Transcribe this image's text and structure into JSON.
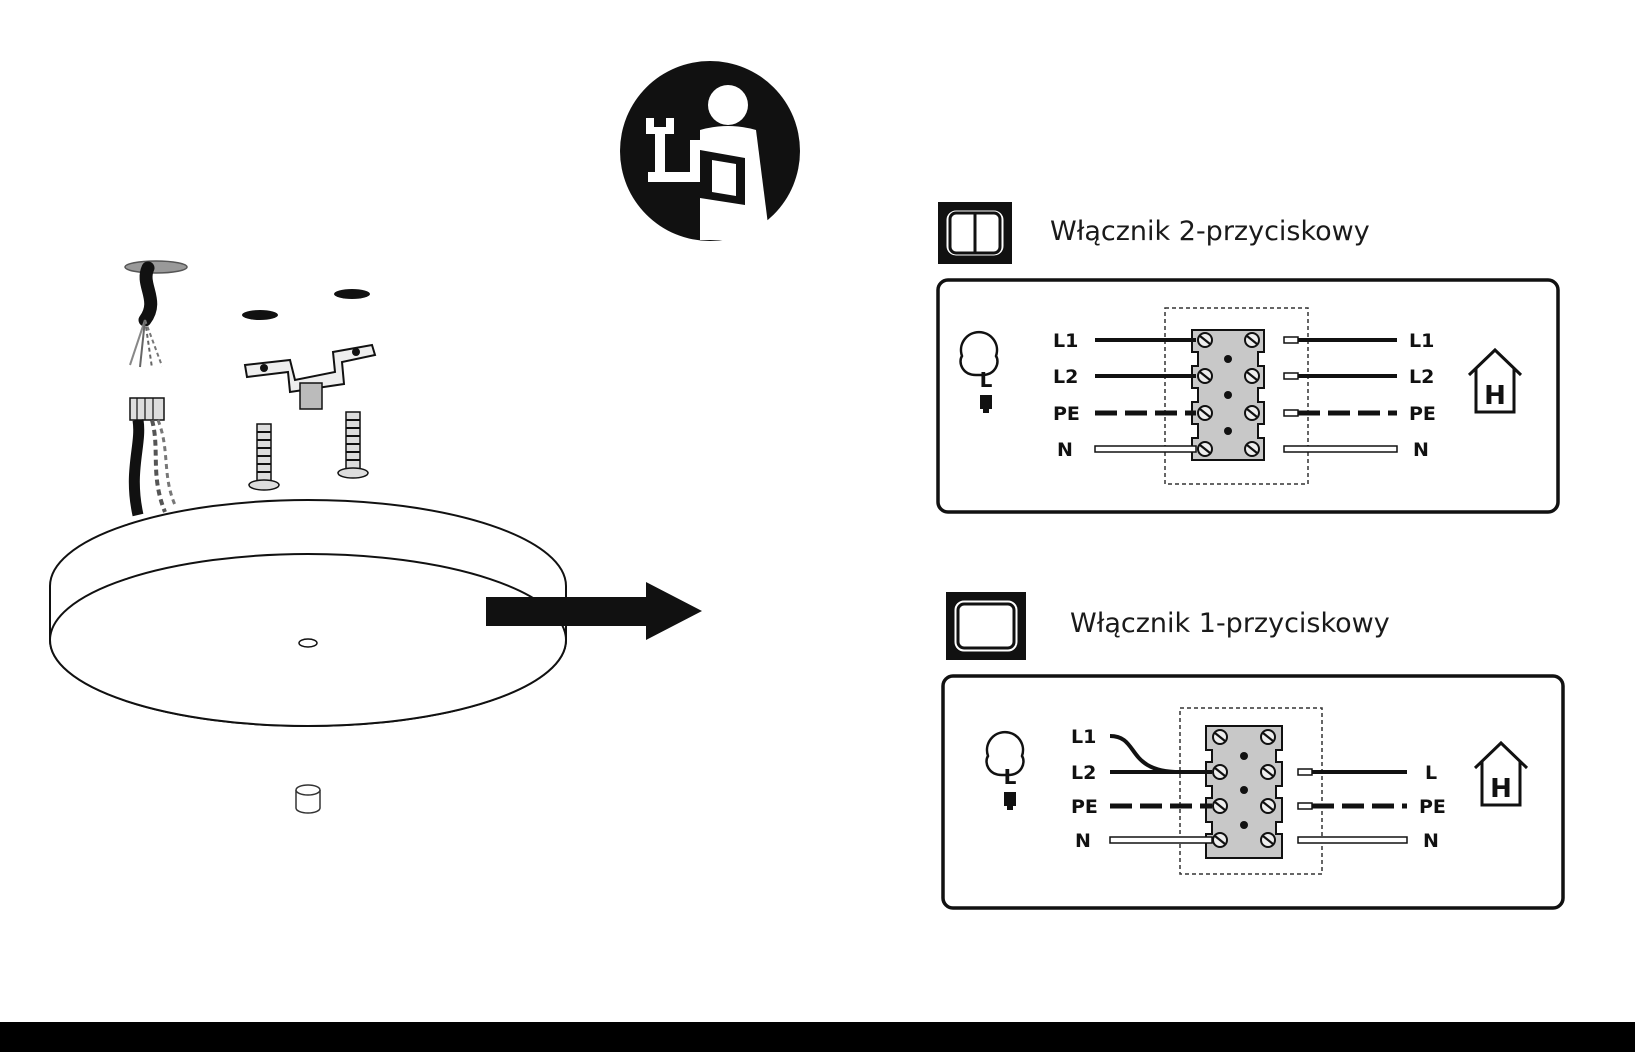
{
  "diagram": {
    "switch_two_button": {
      "title": "Włącznik 2-przyciskowy",
      "lamp_symbol": "L",
      "house_symbol": "H",
      "left_labels": [
        "L1",
        "L2",
        "PE",
        "N"
      ],
      "right_labels": [
        "L1",
        "L2",
        "PE",
        "N"
      ]
    },
    "switch_one_button": {
      "title": "Włącznik 1-przyciskowy",
      "lamp_symbol": "L",
      "house_symbol": "H",
      "left_labels": [
        "L1",
        "L2",
        "PE",
        "N"
      ],
      "right_labels": [
        "L",
        "PE",
        "N"
      ]
    },
    "icons": [
      "read-manual-icon",
      "switch-two-button-icon",
      "switch-one-button-icon",
      "lamp-icon",
      "house-icon",
      "arrow-right-icon"
    ],
    "colors": {
      "ink": "#111111",
      "terminal_block": "#c8c8c8",
      "background": "#ffffff"
    }
  }
}
